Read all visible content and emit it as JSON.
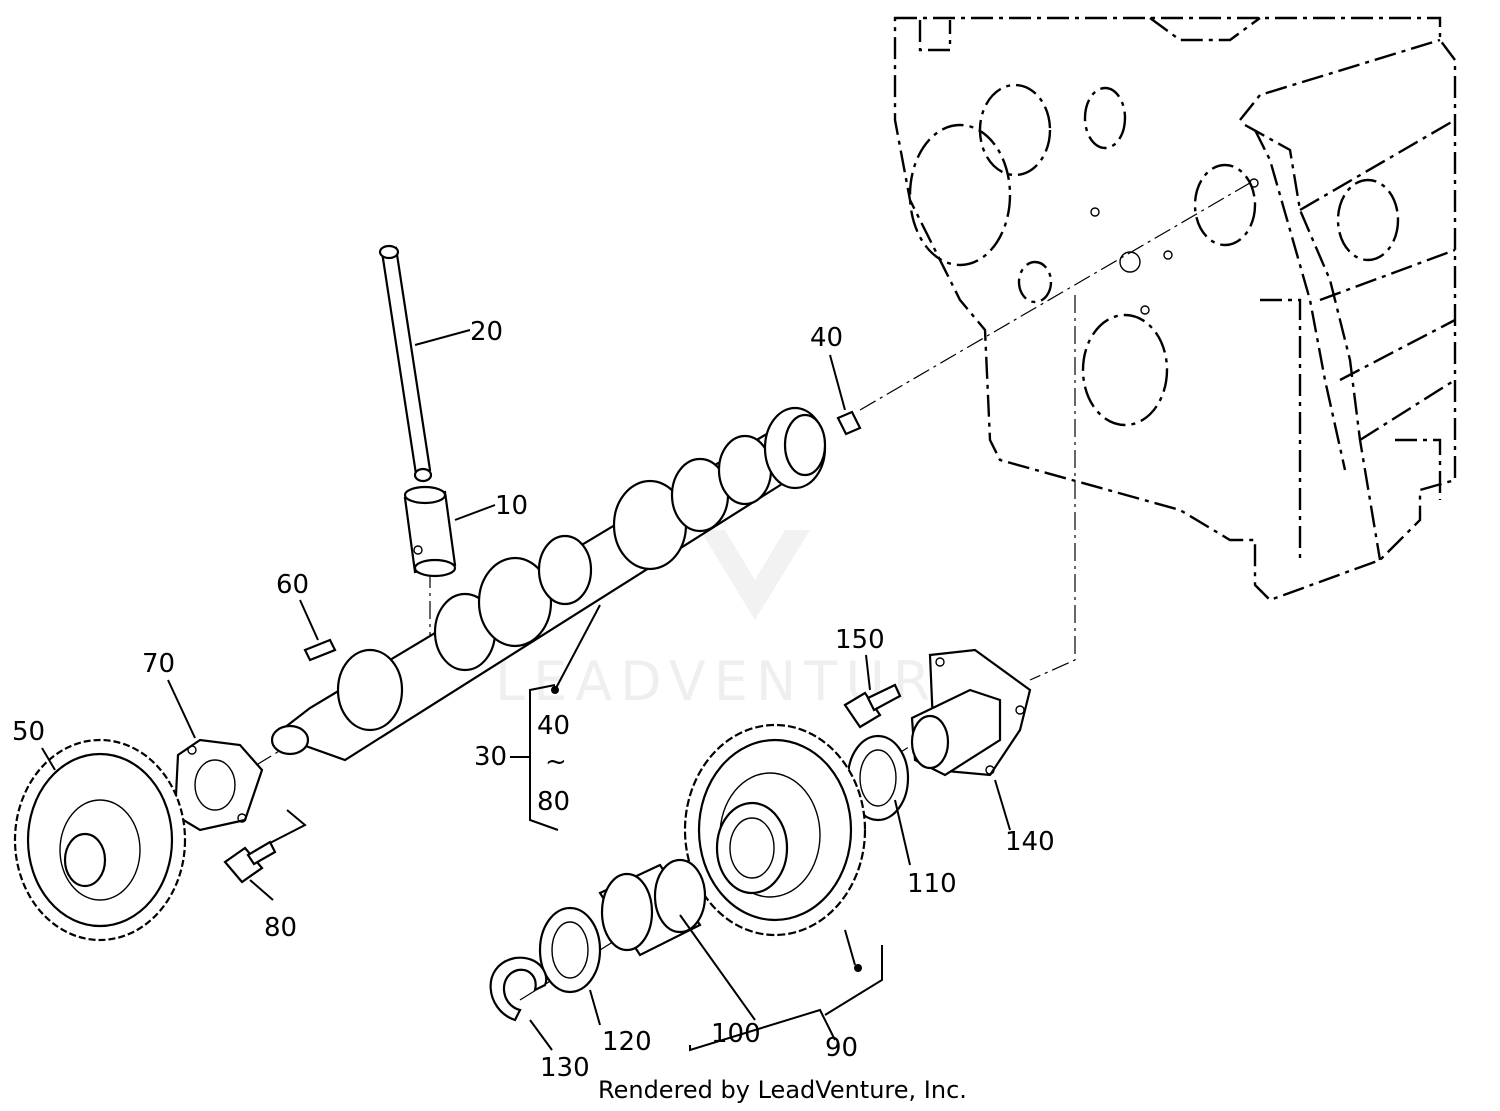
{
  "diagram": {
    "labels": {
      "p10": "10",
      "p20": "20",
      "p30": "30",
      "p40_top": "40",
      "p40_range": "40",
      "p50": "50",
      "p60": "60",
      "p70": "70",
      "p80_range": "80",
      "p80": "80",
      "p90": "90",
      "p100": "100",
      "p110": "110",
      "p120": "120",
      "p130": "130",
      "p140": "140",
      "p150": "150"
    },
    "range_symbol": "~",
    "watermark": "LEADVENTURE",
    "footer": "Rendered by LeadVenture, Inc."
  }
}
